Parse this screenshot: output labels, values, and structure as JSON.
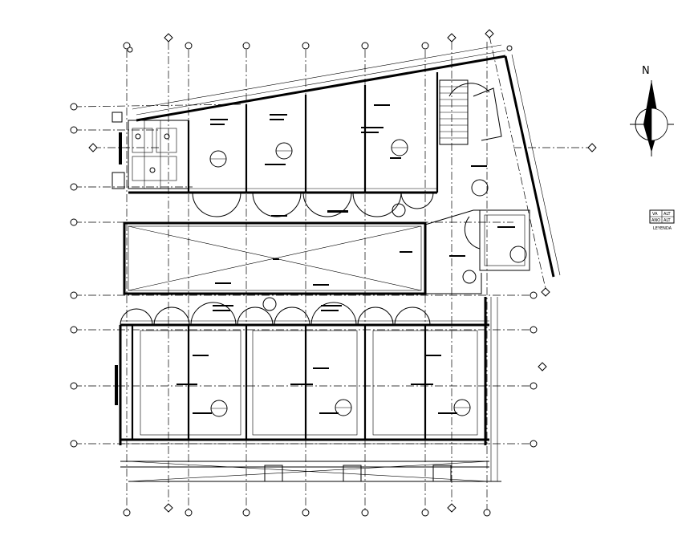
{
  "north_label": "N",
  "legend": {
    "top_left": "VA",
    "top_right": "ALT",
    "bottom_left": "ANO",
    "bottom_right": "ALT",
    "caption": "LEYENDA"
  }
}
